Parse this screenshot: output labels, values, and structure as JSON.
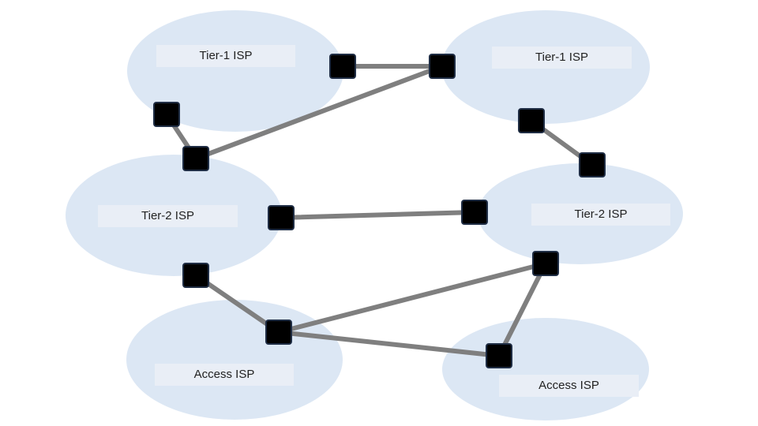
{
  "colors": {
    "cloud": "#dce7f4",
    "label_background": "#e9eef6",
    "router": "#000000",
    "router_border": "#1f2d44",
    "link": "#7f7f7f"
  },
  "isps": {
    "tier1_left": {
      "label": "Tier-1 ISP"
    },
    "tier1_right": {
      "label": "Tier-1 ISP"
    },
    "tier2_left": {
      "label": "Tier-2 ISP"
    },
    "tier2_right": {
      "label": "Tier-2 ISP"
    },
    "access_left": {
      "label": "Access ISP"
    },
    "access_right": {
      "label": "Access ISP"
    }
  },
  "routers": [
    "r1",
    "r2",
    "r3",
    "r4",
    "r5",
    "r6",
    "r7",
    "r8",
    "r9",
    "r10",
    "r11",
    "r12"
  ],
  "links": [
    [
      "r1",
      "r2"
    ],
    [
      "r3",
      "r4"
    ],
    [
      "r4",
      "r2"
    ],
    [
      "r5",
      "r6"
    ],
    [
      "r7",
      "r8"
    ],
    [
      "r9",
      "r10"
    ],
    [
      "r10",
      "r11"
    ],
    [
      "r10",
      "r12"
    ],
    [
      "r11",
      "r12"
    ]
  ]
}
